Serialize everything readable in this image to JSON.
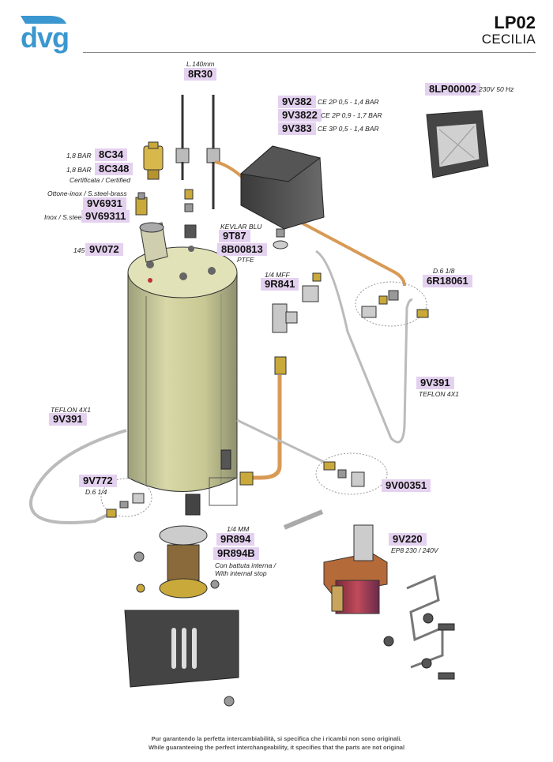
{
  "header": {
    "brand": "dvg",
    "model_code": "LP02",
    "model_name": "CECILIA"
  },
  "parts": [
    {
      "code": "8R30",
      "notes": [
        "L.140mm"
      ]
    },
    {
      "code": "9V382",
      "notes": [
        "CE 2P 0,5 - 1,4 BAR"
      ]
    },
    {
      "code": "9V3822",
      "notes": [
        "CE 2P 0,9 - 1,7 BAR"
      ]
    },
    {
      "code": "9V383",
      "notes": [
        "CE 3P 0,5 - 1,4 BAR"
      ]
    },
    {
      "code": "8LP00002",
      "notes": [
        "230V 50 Hz"
      ]
    },
    {
      "code": "8C34",
      "notes": [
        "1,8 BAR"
      ]
    },
    {
      "code": "8C348",
      "notes": [
        "1,8 BAR",
        "Certificata / Certified"
      ]
    },
    {
      "code": "9V6931",
      "notes": [
        "Ottone-inox / S.steel-brass"
      ]
    },
    {
      "code": "9V69311",
      "notes": [
        "Inox / S.steel"
      ]
    },
    {
      "code": "9T87",
      "notes": [
        "KEVLAR BLU"
      ]
    },
    {
      "code": "8B00813",
      "notes": [
        "PTFE"
      ]
    },
    {
      "code": "9V072",
      "notes": [
        "145°"
      ]
    },
    {
      "code": "9R841",
      "notes": [
        "1/4 MFF"
      ]
    },
    {
      "code": "6R18061",
      "notes": [
        "D.6 1/8"
      ]
    },
    {
      "code": "9V391",
      "notes": [
        "TEFLON 4X1"
      ]
    },
    {
      "code": "9V391",
      "notes": [
        "TEFLON 4X1"
      ]
    },
    {
      "code": "9V772",
      "notes": [
        "D.6 1/4"
      ]
    },
    {
      "code": "9V00351",
      "notes": []
    },
    {
      "code": "9R894",
      "notes": [
        "1/4 MM"
      ]
    },
    {
      "code": "9R894B",
      "notes": [
        "Con battuta interna /",
        "With internal stop"
      ]
    },
    {
      "code": "9V220",
      "notes": [
        "EP8 230 / 240V"
      ]
    }
  ],
  "footer": {
    "line1": "Pur garantendo la perfetta intercambiabilità, si specifica che i ricambi non sono originali.",
    "line2": "While guaranteeing the perfect interchangeability, it specifies that the parts are not original"
  },
  "colors": {
    "brand_blue": "#3a97cf",
    "tag_bg": "#e4d1ef",
    "boiler_body": "#cfcf9a",
    "copper": "#d89a55",
    "brass": "#d8b84a"
  }
}
